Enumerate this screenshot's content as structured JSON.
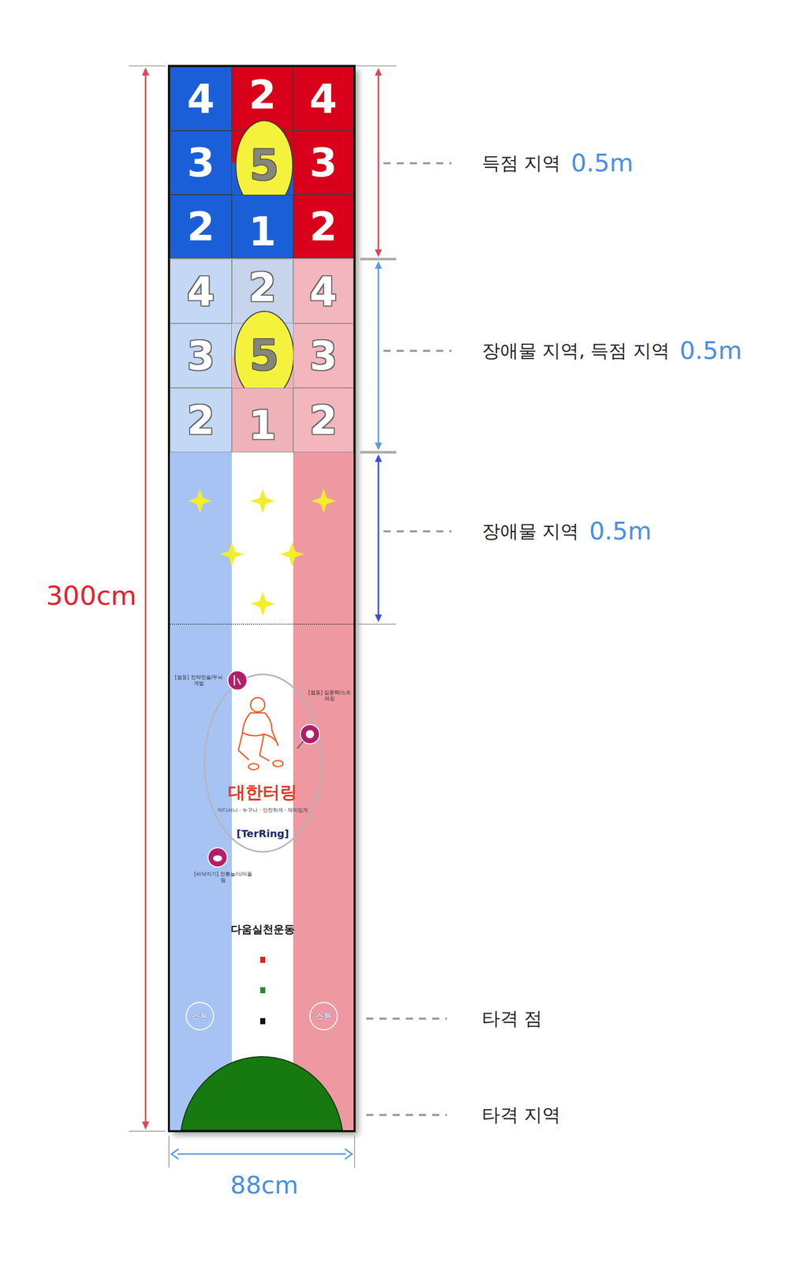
{
  "diagram": {
    "nodes": [
      {
        "text": [
          "4"
        ]
      },
      {
        "text": [
          "2"
        ]
      },
      {
        "text": [
          "4"
        ]
      },
      {
        "text": [
          "3"
        ]
      },
      {
        "text": [
          "5"
        ]
      },
      {
        "text": [
          "3"
        ]
      },
      {
        "text": [
          "2"
        ]
      },
      {
        "text": [
          "1"
        ]
      },
      {
        "text": [
          "2"
        ]
      },
      {
        "text": [
          "4"
        ]
      },
      {
        "text": [
          "2"
        ]
      },
      {
        "text": [
          "4"
        ]
      },
      {
        "text": [
          "3"
        ]
      },
      {
        "text": [
          "5"
        ]
      },
      {
        "text": [
          "3"
        ]
      },
      {
        "text": [
          "2"
        ]
      },
      {
        "text": [
          "1"
        ]
      },
      {
        "text": [
          "2"
        ]
      },
      {
        "text": [
          "스톤"
        ]
      },
      {
        "text": [
          "스톤"
        ]
      }
    ],
    "labels": [
      "300cm",
      "88cm",
      "득점 지역",
      "0.5m",
      "장애물 지역, 득점 지역",
      "0.5m",
      "장애물 지역",
      "0.5m",
      "타격 점",
      "타격 지역",
      "[협동] 전략전술/두뇌개발",
      "[협동] 집중력/스트레칭",
      "[바닥치기] 전통놀이/어울림",
      "대한터링",
      "어디서나 · 누구나 · 안전하게 · 재미있게",
      "[TerRing]",
      "다움실천운동"
    ]
  }
}
